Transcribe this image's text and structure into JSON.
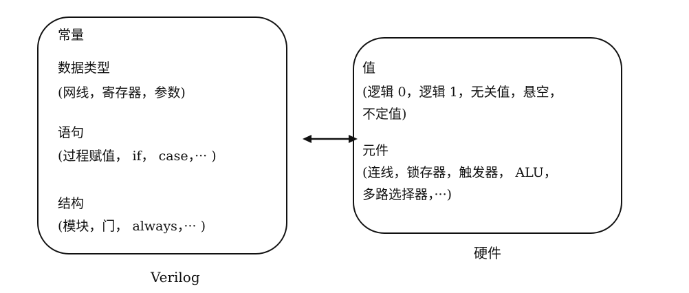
{
  "verilog": {
    "caption": "Verilog",
    "items": [
      {
        "title": "常量",
        "detail": ""
      },
      {
        "title": "数据类型",
        "detail": "(网线，寄存器，参数)"
      },
      {
        "title": "语句",
        "detail": "(过程赋值， if， case，··· )"
      },
      {
        "title": "结构",
        "detail": "(模块，门， always，··· )"
      }
    ]
  },
  "hardware": {
    "caption": "硬件",
    "items": [
      {
        "title": "值",
        "detail_lines": [
          "(逻辑 0，逻辑 1，无关值，悬空，",
          "不定值)"
        ]
      },
      {
        "title": "元件",
        "detail_lines": [
          "(连线，锁存器，触发器， ALU，",
          "多路选择器，···)"
        ]
      }
    ]
  },
  "connector": {
    "type": "double-arrow",
    "color": "#111111"
  }
}
